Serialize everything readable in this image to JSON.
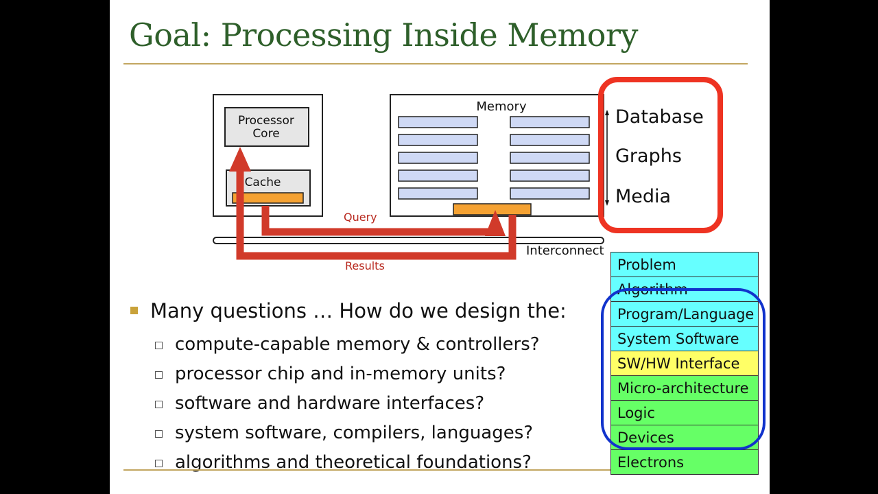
{
  "slide": {
    "title": "Goal: Processing Inside Memory",
    "colors": {
      "title": "#2e5f2a",
      "rule": "#c2a660",
      "arrow": "#d13a2a",
      "buffer": "#f5a233",
      "bank": "#cfd9f5",
      "red_box": "#ee3322",
      "blue_ring": "#1133cc"
    }
  },
  "diagram": {
    "processor_label_line1": "Processor",
    "processor_label_line2": "Core",
    "cache_label": "Cache",
    "memory_label": "Memory",
    "query_label": "Query",
    "results_label": "Results",
    "interconnect_label": "Interconnect"
  },
  "applications": {
    "items": [
      "Database",
      "Graphs",
      "Media"
    ]
  },
  "bullets": {
    "main": "Many questions … How do we design the:",
    "sub": [
      "compute-capable memory & controllers?",
      "processor chip and in-memory units?",
      "software and hardware interfaces?",
      "system software, compilers, languages?",
      "algorithms and theoretical foundations?"
    ]
  },
  "abstraction_stack": {
    "layers": [
      {
        "label": "Problem",
        "color": "cyan"
      },
      {
        "label": "Algorithm",
        "color": "cyan"
      },
      {
        "label": "Program/Language",
        "color": "cyan"
      },
      {
        "label": "System Software",
        "color": "cyan"
      },
      {
        "label": "SW/HW Interface",
        "color": "yellow"
      },
      {
        "label": "Micro-architecture",
        "color": "green"
      },
      {
        "label": "Logic",
        "color": "green"
      },
      {
        "label": "Devices",
        "color": "green"
      },
      {
        "label": "Electrons",
        "color": "green"
      }
    ]
  }
}
